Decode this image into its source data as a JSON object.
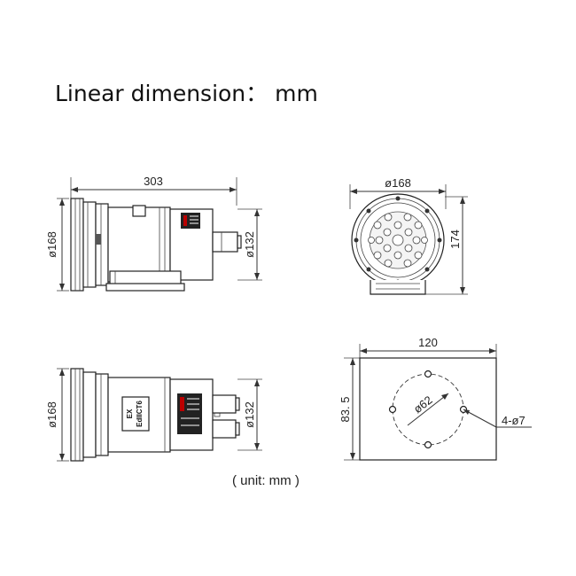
{
  "heading": "Linear dimension： mm",
  "unit_note": "( unit: mm )",
  "views": {
    "side_top": {
      "length": "303",
      "diameter": "ø168",
      "outlet": "ø132"
    },
    "front": {
      "diameter": "ø168",
      "height": "174"
    },
    "side_bottom": {
      "diameter": "ø168",
      "outlet": "ø132",
      "nameplate_line1": "EX",
      "nameplate_line2": "EdIICT6"
    },
    "mount_plate": {
      "width": "120",
      "height": "83. 5",
      "bolt_circle": "ø62",
      "holes": "4-ø7"
    }
  }
}
